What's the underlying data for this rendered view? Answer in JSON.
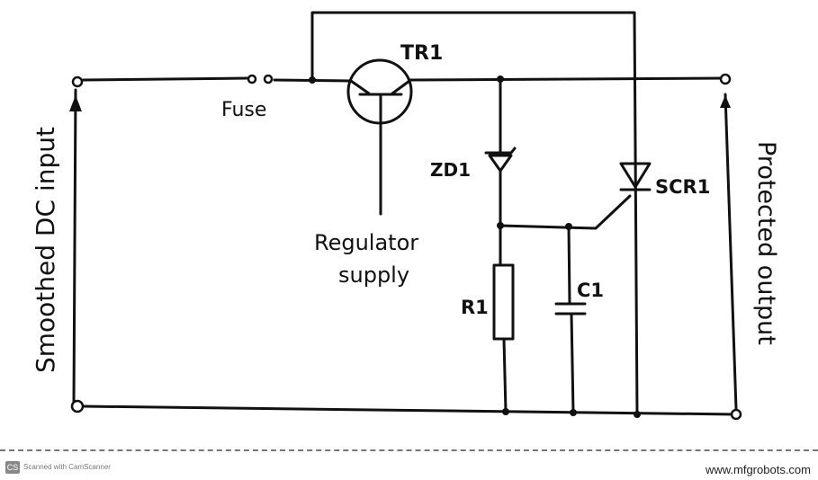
{
  "diagram": {
    "labels": {
      "tr1": "TR1",
      "fuse": "Fuse",
      "zd1": "ZD1",
      "scr1": "SCR1",
      "regulator_line1": "Regulator",
      "regulator_line2": "supply",
      "r1": "R1",
      "c1": "C1",
      "input": "Smoothed DC input",
      "output": "Protected output"
    },
    "colors": {
      "ink": "#111111",
      "paper": "#ffffff"
    }
  },
  "footer": {
    "scanner_badge": "CS",
    "scanner_text": "Scanned with CamScanner",
    "website": "www.mfgrobots.com"
  }
}
